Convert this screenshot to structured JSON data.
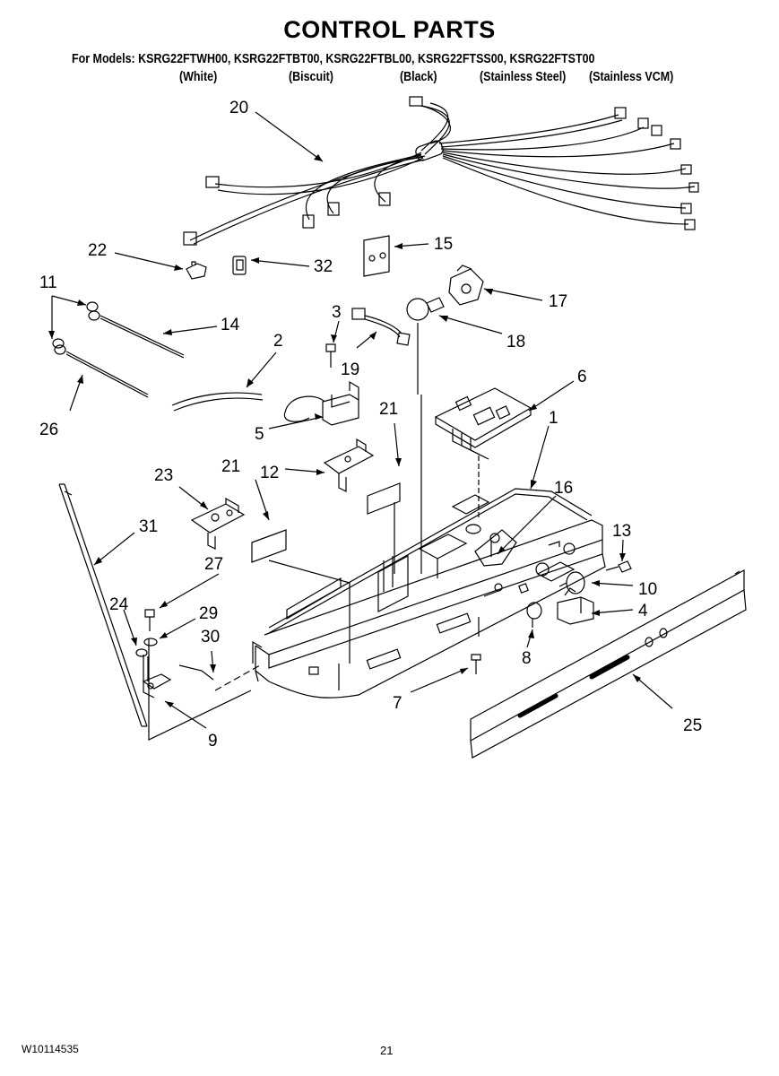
{
  "header": {
    "title": "CONTROL PARTS",
    "models_line": "For Models: KSRG22FTWH00, KSRG22FTBT00, KSRG22FTBL00, KSRG22FTSS00, KSRG22FTST00",
    "variants": [
      "(White)",
      "(Biscuit)",
      "(Black)",
      "(Stainless Steel)",
      "(Stainless VCM)"
    ]
  },
  "callouts": [
    "20",
    "22",
    "32",
    "15",
    "11",
    "14",
    "3",
    "17",
    "18",
    "19",
    "2",
    "6",
    "26",
    "21",
    "1",
    "5",
    "23",
    "21",
    "12",
    "16",
    "31",
    "13",
    "27",
    "10",
    "24",
    "29",
    "4",
    "30",
    "8",
    "7",
    "25",
    "9"
  ],
  "footer": {
    "doc_number": "W10114535",
    "page_number": "21"
  }
}
